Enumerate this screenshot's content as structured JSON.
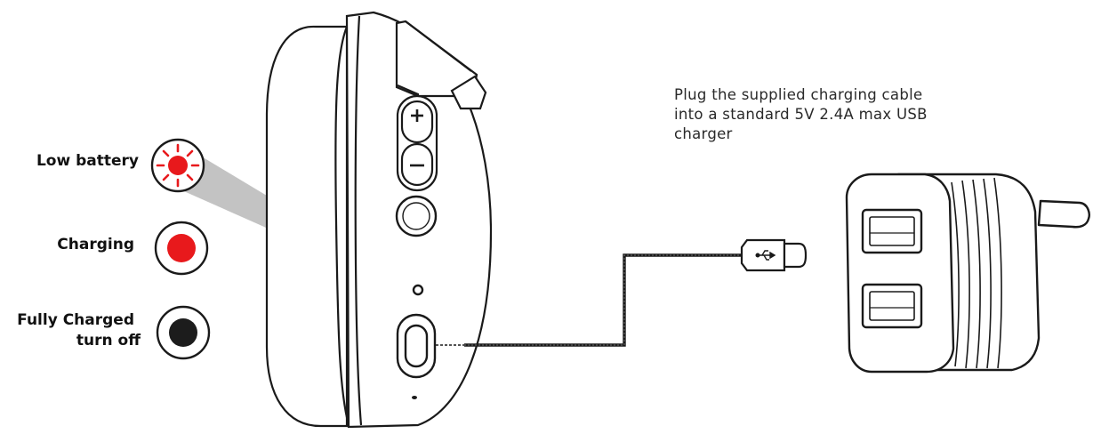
{
  "legend": {
    "low_battery": "Low battery",
    "charging": "Charging",
    "fully_charged_line1": "Fully Charged",
    "fully_charged_line2": "turn off"
  },
  "instructions": {
    "line1": "Plug the supplied charging cable",
    "line2": "into a standard 5V 2.4A max USB",
    "line3": "charger"
  },
  "colors": {
    "led_red": "#e8191c",
    "led_off": "#1c1c1c",
    "outline": "#1a1a1a",
    "beam": "#b5b5b5"
  },
  "icons": [
    "led-blinking-icon",
    "led-solid-red-icon",
    "led-off-icon",
    "usb-icon",
    "plus-icon",
    "minus-icon"
  ]
}
